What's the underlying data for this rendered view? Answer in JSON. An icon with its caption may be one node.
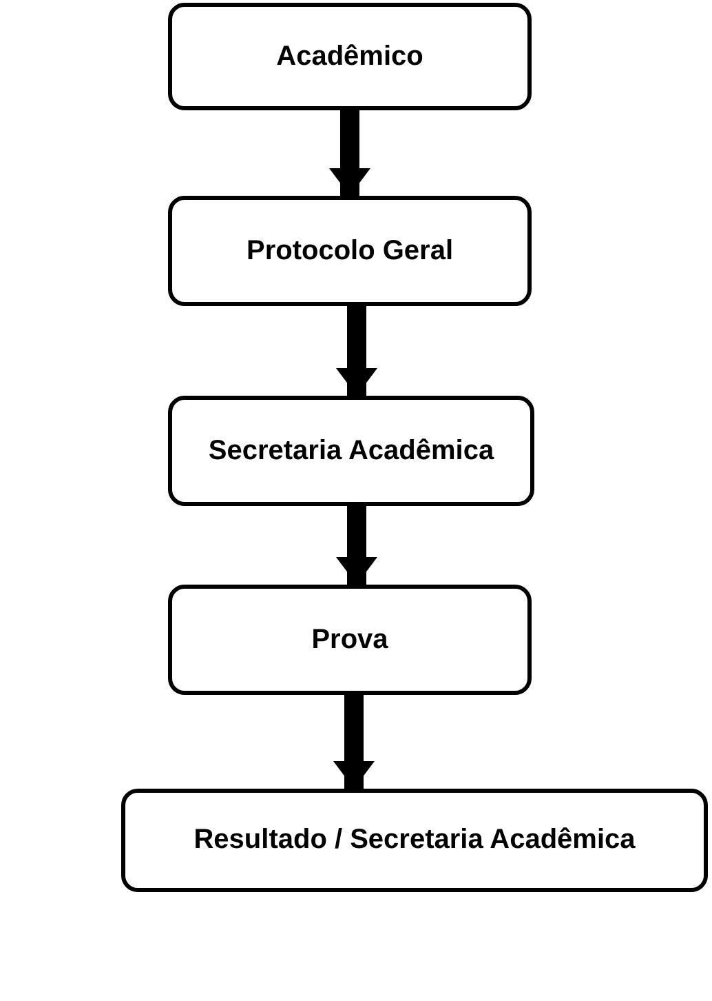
{
  "diagram": {
    "nodes": [
      {
        "text": [
          "Acadêmico"
        ]
      },
      {
        "text": [
          "Protocolo Geral"
        ]
      },
      {
        "text": [
          "Secretaria Acadêmica"
        ]
      },
      {
        "text": [
          "Prova"
        ]
      },
      {
        "text": [
          "Resultado / Secretaria Acadêmica"
        ]
      }
    ],
    "edges": [
      {
        "from": 0,
        "to": 1,
        "arrow": "to"
      },
      {
        "from": 1,
        "to": 2,
        "arrow": "to"
      },
      {
        "from": 2,
        "to": 3,
        "arrow": "to"
      },
      {
        "from": 3,
        "to": 4,
        "arrow": "to"
      }
    ]
  }
}
